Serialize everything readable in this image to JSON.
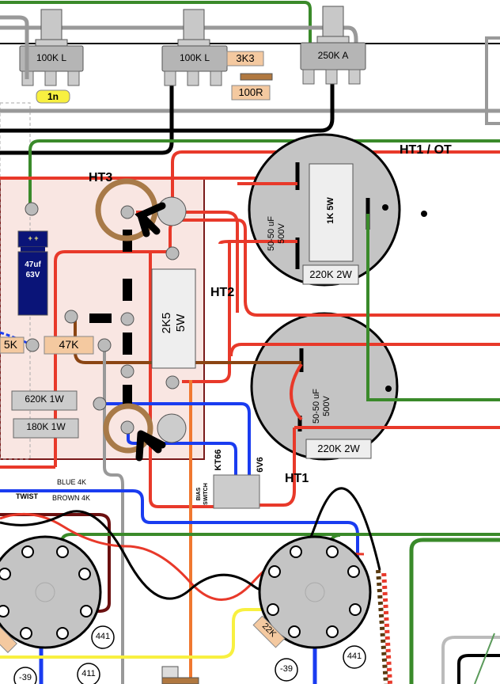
{
  "diagram": {
    "title": "Tube amplifier wiring layout",
    "pots": [
      {
        "id": "pot-volume",
        "value": "100K L",
        "pins": [
          "3",
          "2",
          "1"
        ]
      },
      {
        "id": "pot-tone",
        "value": "100K L",
        "pins": [
          "3",
          "2",
          "1"
        ]
      },
      {
        "id": "pot-master",
        "value": "250K A",
        "pins": [
          "3",
          "2",
          "1"
        ]
      }
    ],
    "components": {
      "cap_1n": "1n",
      "res_3k3": "3K3",
      "res_100r": "100R",
      "cap_47uf": {
        "line1": "47uf",
        "line2": "63V",
        "polarity": "+ +"
      },
      "res_5k": "5K",
      "res_47k": "47K",
      "res_2k5": {
        "line1": "2K5",
        "line2": "5W"
      },
      "res_620k": "620K 1W",
      "res_180k": "180K 1W",
      "res_1k5w": "1K 5W",
      "res_220k_top": "220K 2W",
      "res_220k_bottom": "220K 2W",
      "res_22k": "22K",
      "filter_cap_top": {
        "line1": "50-50 uF",
        "line2": "500V"
      },
      "filter_cap_bottom": {
        "line1": "50-50 uF",
        "line2": "500V"
      }
    },
    "labels": {
      "ht3": "HT3",
      "ht2": "HT2",
      "ht1": "HT1",
      "ht1_ot": "HT1 / OT",
      "blue_4k": "BLUE 4K",
      "brown_4k": "BROWN 4K",
      "twist": "TWIST",
      "bias_switch_line1": "BIAS",
      "bias_switch_line2": "SWITCH",
      "kt66": "KT66",
      "6v6": "6V6"
    },
    "tube_left": {
      "pins": [
        "1",
        "2",
        "3",
        "4",
        "5",
        "6",
        "7",
        "8"
      ],
      "voltages": {
        "pin3": "441",
        "pin4": "411",
        "pin5": "-39"
      }
    },
    "tube_right": {
      "pins": [
        "1",
        "2",
        "3",
        "4",
        "5",
        "6",
        "7",
        "8"
      ],
      "voltages": {
        "pin3": "441",
        "pin5": "-39"
      }
    },
    "wire_colors": {
      "red": "#e8392a",
      "green": "#3a8a2a",
      "blue": "#1a3cf0",
      "black": "#000000",
      "grey": "#999999",
      "brown": "#8b4513",
      "darkred": "#6b1010",
      "orange": "#f07830",
      "yellow": "#f8f040"
    }
  }
}
